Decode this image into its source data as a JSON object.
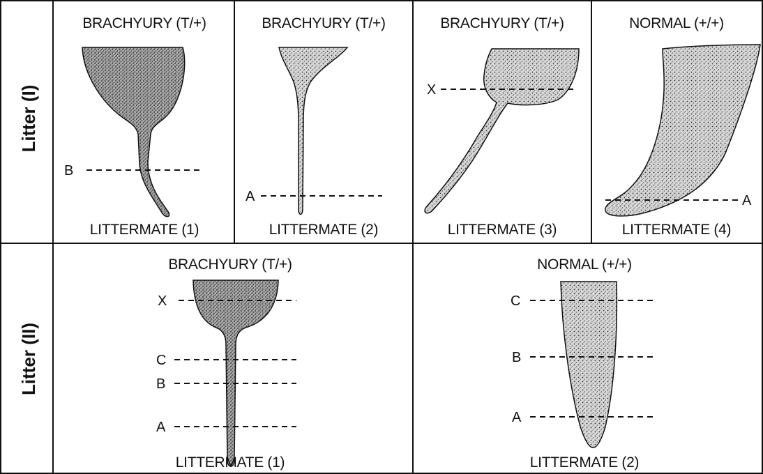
{
  "rows": [
    {
      "label": "Litter (I)"
    },
    {
      "label": "Litter (II)"
    }
  ],
  "panels": [
    {
      "title": "BRACHYURY (T/+)",
      "caption": "LITTERMATE (1)",
      "markers": [
        "B"
      ]
    },
    {
      "title": "BRACHYURY (T/+)",
      "caption": "LITTERMATE (2)",
      "markers": [
        "A"
      ]
    },
    {
      "title": "BRACHYURY (T/+)",
      "caption": "LITTERMATE (3)",
      "markers": [
        "X"
      ]
    },
    {
      "title": "NORMAL (+/+)",
      "caption": "LITTERMATE (4)",
      "markers": [
        "A"
      ]
    },
    {
      "title": "BRACHYURY (T/+)",
      "caption": "LITTERMATE (1)",
      "markers": [
        "X",
        "C",
        "B",
        "A"
      ]
    },
    {
      "title": "NORMAL (+/+)",
      "caption": "LITTERMATE (2)",
      "markers": [
        "C",
        "B",
        "A"
      ]
    }
  ],
  "colors": {
    "ink": "#111111",
    "background": "#ffffff"
  }
}
